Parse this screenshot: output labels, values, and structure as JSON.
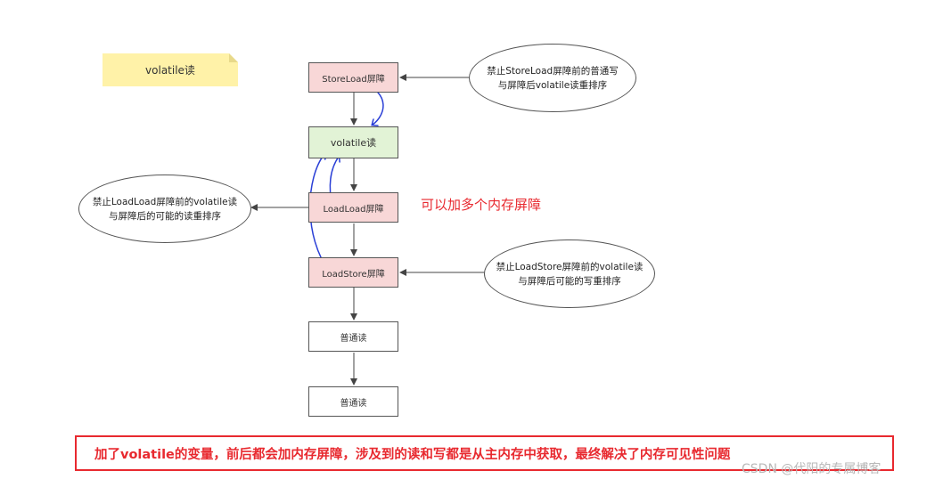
{
  "note": {
    "label": "volatile读"
  },
  "boxes": {
    "storeload": "StoreLoad屏障",
    "volatile_read": "volatile读",
    "loadload": "LoadLoad屏障",
    "loadstore": "LoadStore屏障",
    "normal_read_1": "普通读",
    "normal_read_2": "普通读"
  },
  "ellipses": {
    "storeload": {
      "line1": "禁止StoreLoad屏障前的普通写",
      "line2": "与屏障后volatile读重排序"
    },
    "loadload": {
      "line1": "禁止LoadLoad屏障前的volatile读",
      "line2": "与屏障后的可能的读重排序"
    },
    "loadstore": {
      "line1": "禁止LoadStore屏障前的volatile读",
      "line2": "与屏障后可能的写重排序"
    }
  },
  "annotation": "可以加多个内存屏障",
  "banner": "加了volatile的变量，前后都会加内存屏障，涉及到的读和写都是从主内存中获取，最终解决了内存可见性问题",
  "watermark": "CSDN @代阳的专属博客",
  "colors": {
    "barrier_fill": "#f8d7d7",
    "volatile_fill": "#e2f3d6",
    "note_fill": "#fff2a8",
    "accent_red": "#e8292f",
    "pen_blue": "#2a3fd6"
  }
}
